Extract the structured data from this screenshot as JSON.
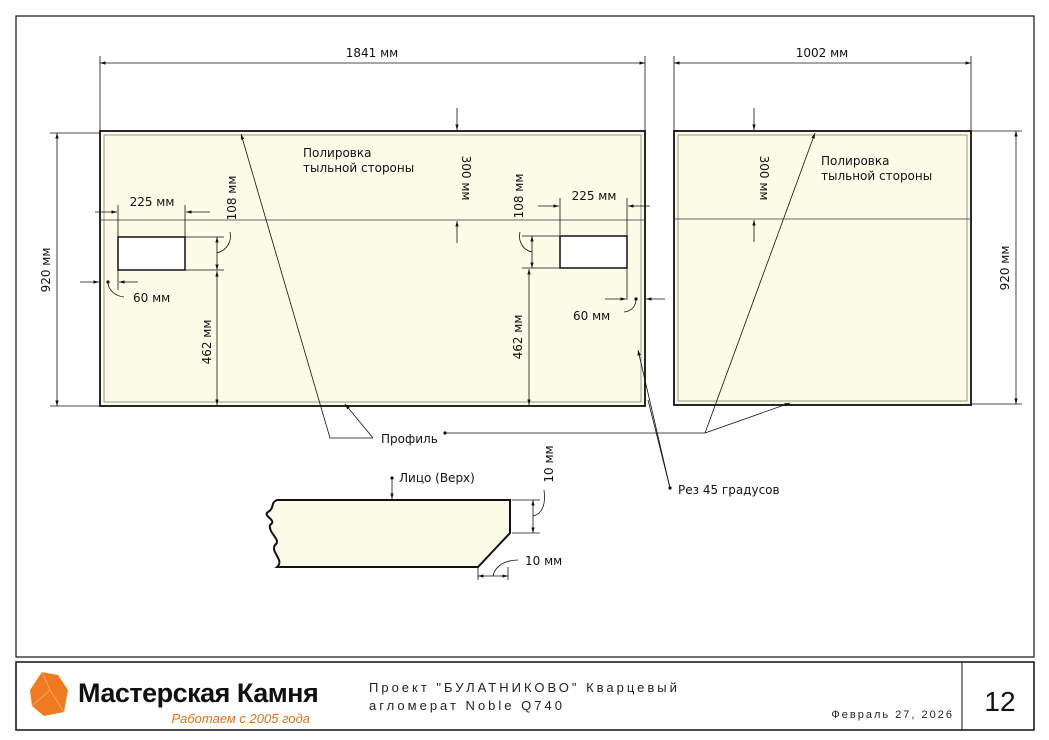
{
  "drawing": {
    "dims": {
      "main_length": "1841 мм",
      "side_length": "1002 мм",
      "height_left": "920 мм",
      "height_right": "920 мм",
      "polish_strip_main": "300 мм",
      "polish_strip_side": "300 мм",
      "cutout_left_width": "225 мм",
      "cutout_right_width": "225 мм",
      "cutout_left_height": "108 мм",
      "cutout_right_height": "108 мм",
      "cutout_left_offset": "60 мм",
      "cutout_right_offset": "60 мм",
      "cutout_left_bottom": "462 мм",
      "cutout_right_bottom": "462 мм",
      "profile_height": "10 мм",
      "profile_chamfer": "10 мм"
    },
    "labels": {
      "polish_main_1": "Полировка",
      "polish_main_2": "тыльной стороны",
      "polish_side_1": "Полировка",
      "polish_side_2": "тыльной стороны",
      "profile": "Профиль",
      "face": "Лицо (Верх)",
      "cut45": "Рез 45 градусов"
    },
    "colors": {
      "slab_fill": "#fbfbe8",
      "line": "#111111",
      "logo_orange": "#f07a20"
    }
  },
  "title_block": {
    "logo_name": "Мастерская Камня",
    "logo_tagline": "Работаем с 2005 года",
    "project_line1": "Проект \"БУЛАТНИКОВО\" Кварцевый",
    "project_line2": "агломерат Noble Q740",
    "date": "Февраль 27, 2026",
    "page_number": "12"
  }
}
